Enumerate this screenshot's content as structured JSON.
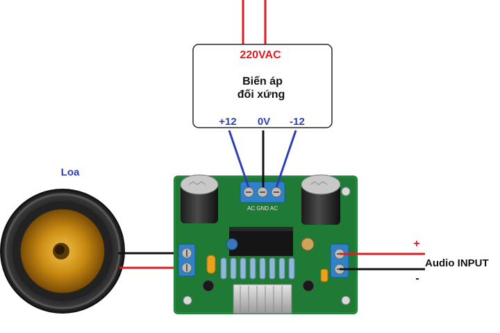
{
  "transformer": {
    "input_label": "220VAC",
    "title_line1": "Biến áp",
    "title_line2": "đối xứng",
    "pin_plus": "+12",
    "pin_zero": "0V",
    "pin_minus": "-12"
  },
  "speaker": {
    "label": "Loa"
  },
  "audio_input": {
    "label": "Audio INPUT",
    "plus": "+",
    "minus": "-"
  },
  "board": {
    "terminal_label": "AC GND AC"
  },
  "colors": {
    "wire_red": "#e01b22",
    "wire_black": "#111111",
    "wire_blue": "#2b3fb5",
    "label_blue": "#2b3fb5",
    "label_red": "#e01b22",
    "pcb_green": "#1f7a35",
    "terminal_blue": "#2f82c8"
  }
}
